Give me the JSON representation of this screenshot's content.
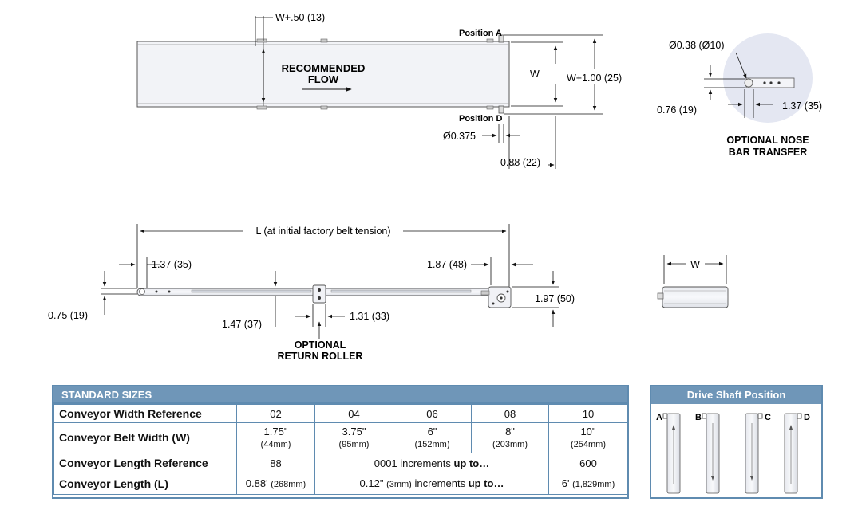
{
  "top_view": {
    "dim_w_plus_50": "W+.50 (13)",
    "position_a": "Position A",
    "position_d": "Position D",
    "flow_line1": "RECOMMENDED",
    "flow_line2": "FLOW",
    "dim_w": "W",
    "dim_w_plus_100": "W+1.00 (25)",
    "dim_shaft_dia": "Ø0.375",
    "dim_shaft_ext": "0.88 (22)"
  },
  "nose_bar": {
    "dim_dia": "Ø0.38 (Ø10)",
    "dim_thick": "0.76 (19)",
    "dim_len": "1.37 (35)",
    "caption_line1": "OPTIONAL NOSE",
    "caption_line2": "BAR TRANSFER"
  },
  "side_view": {
    "dim_length": "L (at initial factory belt tension)",
    "dim_left_end": "1.37 (35)",
    "dim_right_end": "1.87 (48)",
    "dim_left_height": "0.75 (19)",
    "dim_right_height": "1.97 (50)",
    "dim_roller_left": "1.47 (37)",
    "dim_roller_right": "1.31 (33)",
    "caption_line1": "OPTIONAL",
    "caption_line2": "RETURN ROLLER"
  },
  "end_view": {
    "dim_w": "W"
  },
  "standard_sizes": {
    "title": "STANDARD SIZES",
    "rows": [
      {
        "label": "Conveyor Width Reference",
        "cells": [
          "02",
          "04",
          "06",
          "08",
          "10"
        ]
      },
      {
        "label": "Conveyor Belt Width (W)",
        "cells": [
          {
            "main": "1.75\"",
            "sub": "(44mm)"
          },
          {
            "main": "3.75\"",
            "sub": "(95mm)"
          },
          {
            "main": "6\"",
            "sub": "(152mm)"
          },
          {
            "main": "8\"",
            "sub": "(203mm)"
          },
          {
            "main": "10\"",
            "sub": "(254mm)"
          }
        ]
      },
      {
        "label": "Conveyor Length Reference",
        "first": "88",
        "middle": "0001 increments",
        "middle_em": "up to…",
        "last": "600"
      },
      {
        "label": "Conveyor Length (L)",
        "first_main": "0.88'",
        "first_sub": "(268mm)",
        "middle_main": "0.12\"",
        "middle_sub": "(3mm)",
        "middle_rest": "increments",
        "middle_em": "up to…",
        "last_main": "6'",
        "last_sub": "(1,829mm)"
      }
    ]
  },
  "drive_shaft": {
    "title": "Drive Shaft Position",
    "positions": [
      "A",
      "B",
      "C",
      "D"
    ]
  },
  "colors": {
    "table_border": "#5f8bb0",
    "table_header": "#6f96b8",
    "frame_fill": "#f1f2f6"
  }
}
